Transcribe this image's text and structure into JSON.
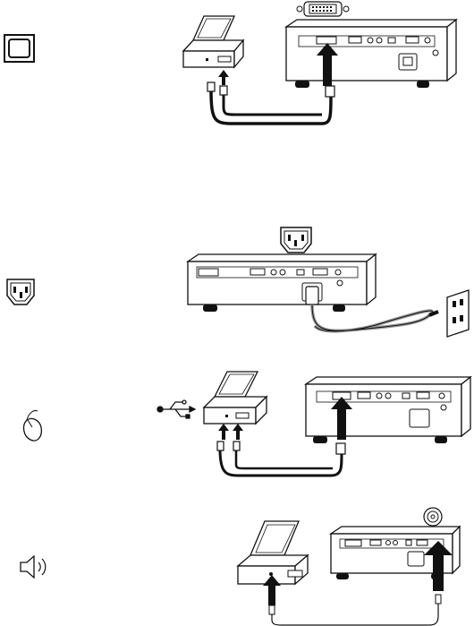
{
  "page": {
    "sections": [
      {
        "id": "video",
        "side_icon": "monitor-icon",
        "connector_icon": "dvi-connector-icon"
      },
      {
        "id": "power",
        "side_icon": "power-inlet-icon",
        "connector_icon": "power-inlet-icon"
      },
      {
        "id": "usb",
        "side_icon": "mouse-icon",
        "connector_icon": "usb-symbol-icon"
      },
      {
        "id": "audio",
        "side_icon": "speaker-icon",
        "connector_icon": "audio-jack-icon"
      }
    ]
  },
  "colors": {
    "ink": "#1a1a1a",
    "panel_fill": "#ffffff",
    "cable": "#222222",
    "arrow": "#111111",
    "gray": "#bbbbbb"
  }
}
